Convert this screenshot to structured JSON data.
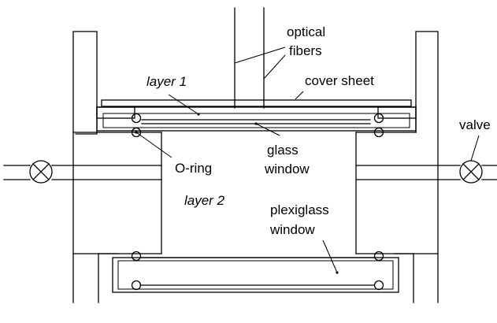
{
  "labels": {
    "optical_fibers_line1": "optical",
    "optical_fibers_line2": "fibers",
    "layer1": "layer 1",
    "cover_sheet": "cover sheet",
    "valve": "valve",
    "glass_window_line1": "glass",
    "glass_window_line2": "window",
    "o_ring": "O-ring",
    "layer2": "layer 2",
    "plexiglass_window_line1": "plexiglass",
    "plexiglass_window_line2": "window"
  }
}
